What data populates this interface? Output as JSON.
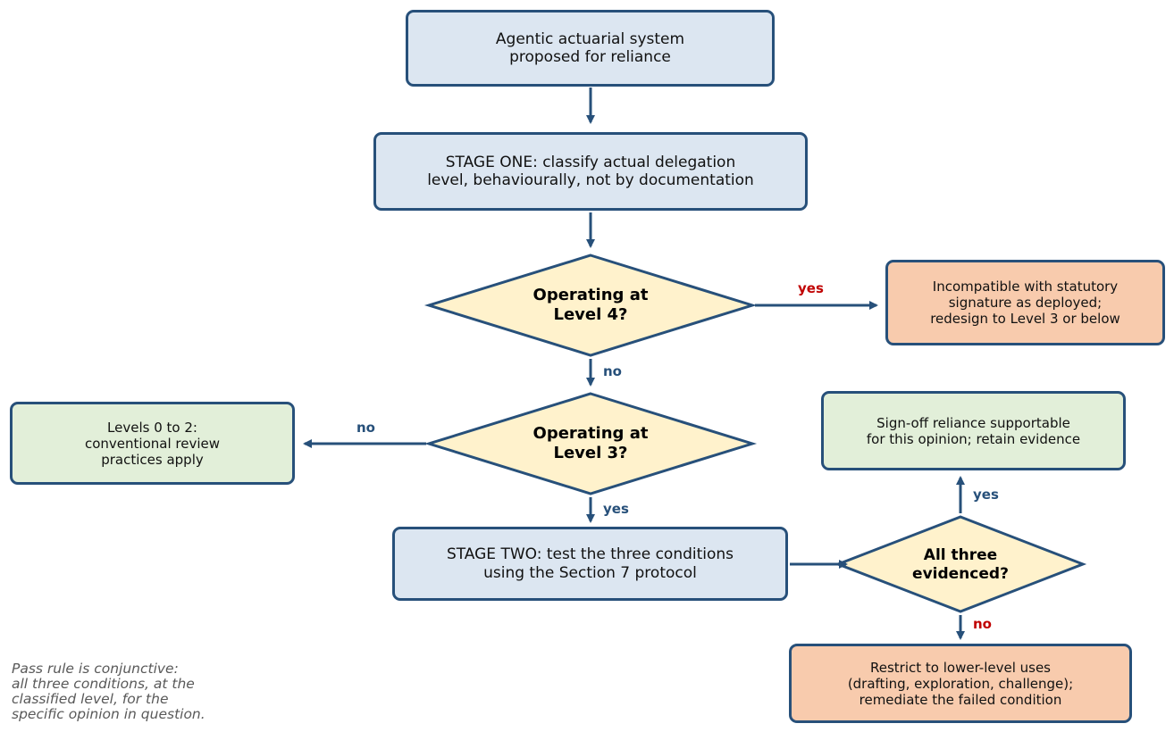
{
  "nodes": {
    "start": "Agentic actuarial system\nproposed for reliance",
    "stage_one": "STAGE ONE: classify actual delegation\nlevel, behaviourally, not by documentation",
    "q_level4": "Operating at\nLevel 4?",
    "incompatible": "Incompatible with statutory\nsignature as deployed;\nredesign to Level 3 or below",
    "q_level3": "Operating at\nLevel 3?",
    "levels_0_2": "Levels 0 to 2:\nconventional review\npractices apply",
    "stage_two": "STAGE TWO: test the three conditions\nusing the Section 7 protocol",
    "q_all_three": "All three\nevidenced?",
    "signoff": "Sign-off reliance supportable\nfor this opinion; retain evidence",
    "restrict": "Restrict to lower-level uses\n(drafting, exploration, challenge);\nremediate the failed condition"
  },
  "edges": {
    "level4_yes": "yes",
    "level4_no": "no",
    "level3_no": "no",
    "level3_yes": "yes",
    "all_yes": "yes",
    "all_no": "no"
  },
  "note": "Pass rule is conjunctive:\nall three conditions, at the\nclassified level, for the\nspecific opinion in question.",
  "colors": {
    "stroke": "#27507a",
    "process_fill": "#dce6f1",
    "decision_fill": "#fff2cc",
    "pass_fill": "#e2efd9",
    "fail_fill": "#f8cbad",
    "label_blue": "#27507a",
    "label_red": "#c00000"
  }
}
